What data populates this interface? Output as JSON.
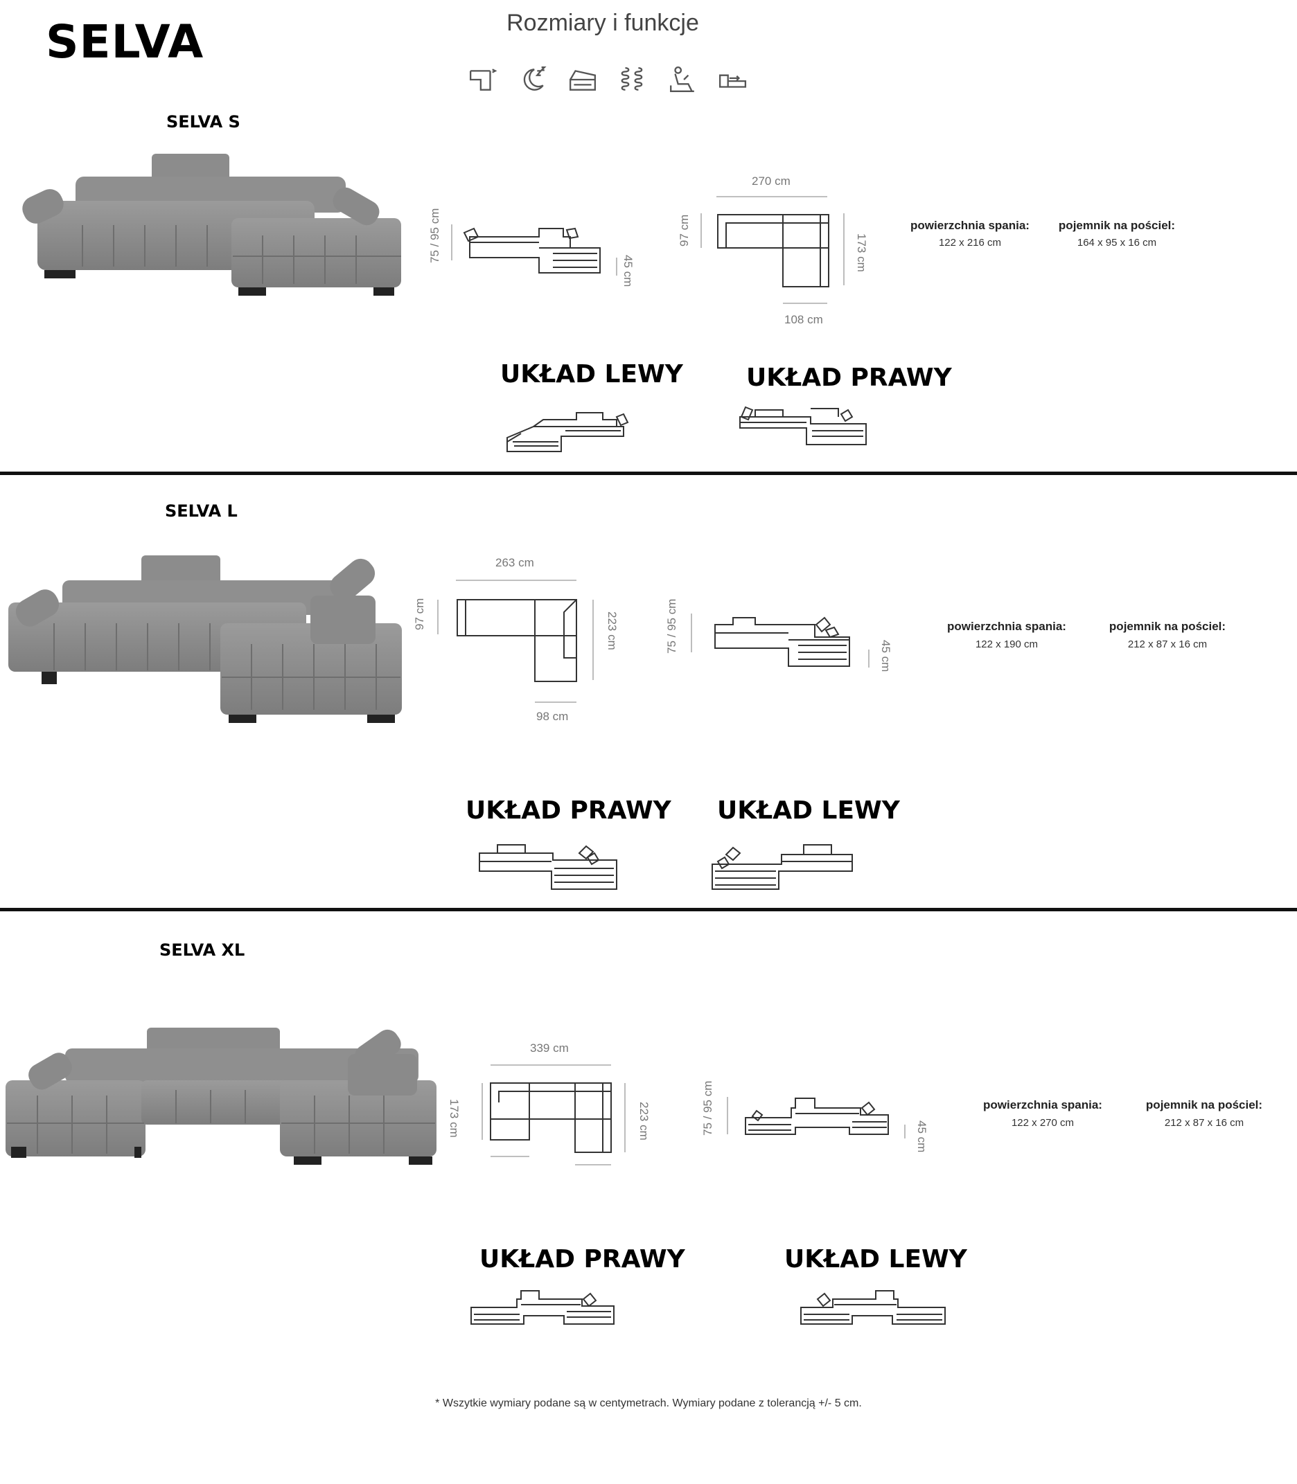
{
  "brand": "SELVA",
  "header": {
    "subtitle": "Rozmiary i funkcje"
  },
  "feature_icons": [
    "corner-sofa-icon",
    "sleep-function-icon",
    "storage-container-icon",
    "spring-icon",
    "adjustable-headrest-icon",
    "adjustable-armrest-icon"
  ],
  "models": [
    {
      "name": "SELVA S",
      "dims": {
        "height": "75 / 95 cm",
        "seat": "45 cm",
        "width": "270 cm",
        "depth": "97 cm",
        "side": "173 cm",
        "chaise": "108 cm"
      },
      "specs": [
        {
          "title": "powierzchnia spania:",
          "value": "122 x 216 cm"
        },
        {
          "title": "pojemnik na pościel:",
          "value": "164 x 95 x 16 cm"
        }
      ],
      "layouts": [
        "UKŁAD LEWY",
        "UKŁAD PRAWY"
      ]
    },
    {
      "name": "SELVA L",
      "dims": {
        "width": "263 cm",
        "depth": "97 cm",
        "side": "223 cm",
        "chaise": "98 cm",
        "height": "75 / 95 cm",
        "seat": "45 cm"
      },
      "specs": [
        {
          "title": "powierzchnia spania:",
          "value": "122 x 190 cm"
        },
        {
          "title": "pojemnik na pościel:",
          "value": "212 x 87 x 16 cm"
        }
      ],
      "layouts": [
        "UKŁAD PRAWY",
        "UKŁAD LEWY"
      ]
    },
    {
      "name": "SELVA XL",
      "dims": {
        "width": "339 cm",
        "side_left": "173 cm",
        "side_right": "223 cm",
        "height": "75 / 95 cm",
        "seat": "45 cm"
      },
      "specs": [
        {
          "title": "powierzchnia spania:",
          "value": "122 x 270 cm"
        },
        {
          "title": "pojemnik na pościel:",
          "value": "212 x 87 x 16 cm"
        }
      ],
      "layouts": [
        "UKŁAD PRAWY",
        "UKŁAD LEWY"
      ]
    }
  ],
  "footnote": "* Wszytkie wymiary podane są w centymetrach. Wymiary podane z tolerancją +/- 5 cm."
}
